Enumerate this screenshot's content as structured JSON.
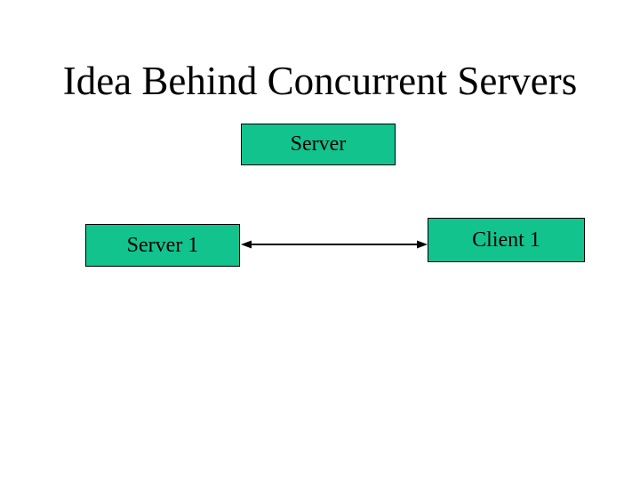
{
  "slide": {
    "title": "Idea Behind Concurrent Servers",
    "boxes": [
      {
        "id": "server",
        "label": "Server"
      },
      {
        "id": "server-1",
        "label": "Server 1"
      },
      {
        "id": "client-1",
        "label": "Client 1"
      }
    ],
    "connector": {
      "type": "double-headed-arrow",
      "from": "Server 1",
      "to": "Client 1"
    },
    "colors": {
      "box_fill": "#13c38e",
      "box_border": "#000000",
      "text": "#000000",
      "background": "#ffffff",
      "arrow": "#000000"
    }
  }
}
